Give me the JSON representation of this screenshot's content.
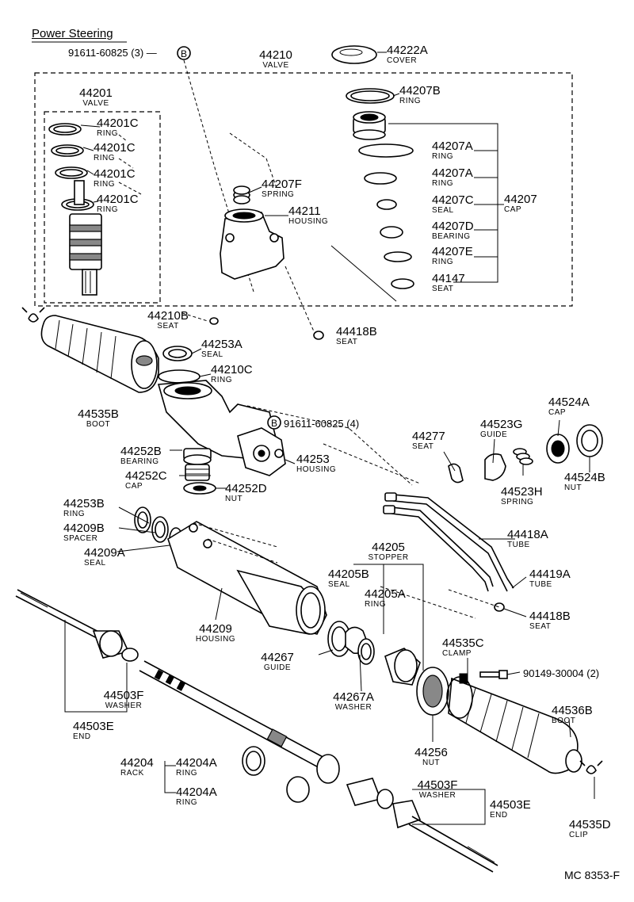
{
  "title": "Power Steering",
  "diagram_code": "MC 8353-F",
  "refs": {
    "bolt_b_top": "91611-60825 (3) —",
    "bolt_b_mid": "91611-60825 (4)",
    "bolt_clamp": "90149-30004 (2)",
    "marker": "B"
  },
  "parts": [
    {
      "num": "44222A",
      "name": "COVER"
    },
    {
      "num": "44210",
      "name": "VALVE"
    },
    {
      "num": "44201",
      "name": "VALVE"
    },
    {
      "num": "44201C",
      "name": "RING"
    },
    {
      "num": "44201C",
      "name": "RING"
    },
    {
      "num": "44201C",
      "name": "RING"
    },
    {
      "num": "44201C",
      "name": "RING"
    },
    {
      "num": "44207B",
      "name": "RING"
    },
    {
      "num": "44207A",
      "name": "RING"
    },
    {
      "num": "44207A",
      "name": "RING"
    },
    {
      "num": "44207C",
      "name": "SEAL"
    },
    {
      "num": "44207D",
      "name": "BEARING"
    },
    {
      "num": "44207E",
      "name": "RING"
    },
    {
      "num": "44147",
      "name": "SEAT"
    },
    {
      "num": "44207",
      "name": "CAP"
    },
    {
      "num": "44207F",
      "name": "SPRING"
    },
    {
      "num": "44211",
      "name": "HOUSING"
    },
    {
      "num": "44210B",
      "name": "SEAT"
    },
    {
      "num": "44418B",
      "name": "SEAT"
    },
    {
      "num": "44253A",
      "name": "SEAL"
    },
    {
      "num": "44210C",
      "name": "RING"
    },
    {
      "num": "44535B",
      "name": "BOOT"
    },
    {
      "num": "44252B",
      "name": "BEARING"
    },
    {
      "num": "44253",
      "name": "HOUSING"
    },
    {
      "num": "44252C",
      "name": "CAP"
    },
    {
      "num": "44252D",
      "name": "NUT"
    },
    {
      "num": "44524A",
      "name": "CAP"
    },
    {
      "num": "44523G",
      "name": "GUIDE"
    },
    {
      "num": "44277",
      "name": "SEAT"
    },
    {
      "num": "44523H",
      "name": "SPRING"
    },
    {
      "num": "44524B",
      "name": "NUT"
    },
    {
      "num": "44253B",
      "name": "RING"
    },
    {
      "num": "44209B",
      "name": "SPACER"
    },
    {
      "num": "44209A",
      "name": "SEAL"
    },
    {
      "num": "44418A",
      "name": "TUBE"
    },
    {
      "num": "44205",
      "name": "STOPPER"
    },
    {
      "num": "44205B",
      "name": "SEAL"
    },
    {
      "num": "44205A",
      "name": "RING"
    },
    {
      "num": "44419A",
      "name": "TUBE"
    },
    {
      "num": "44418B",
      "name": "SEAT"
    },
    {
      "num": "44209",
      "name": "HOUSING"
    },
    {
      "num": "44535C",
      "name": "CLAMP"
    },
    {
      "num": "44267",
      "name": "GUIDE"
    },
    {
      "num": "44267A",
      "name": "WASHER"
    },
    {
      "num": "44503F",
      "name": "WASHER"
    },
    {
      "num": "44503E",
      "name": "END"
    },
    {
      "num": "44536B",
      "name": "BOOT"
    },
    {
      "num": "44256",
      "name": "NUT"
    },
    {
      "num": "44204",
      "name": "RACK"
    },
    {
      "num": "44204A",
      "name": "RING"
    },
    {
      "num": "44204A",
      "name": "RING"
    },
    {
      "num": "44503F",
      "name": "WASHER"
    },
    {
      "num": "44503E",
      "name": "END"
    },
    {
      "num": "44535D",
      "name": "CLIP"
    }
  ]
}
